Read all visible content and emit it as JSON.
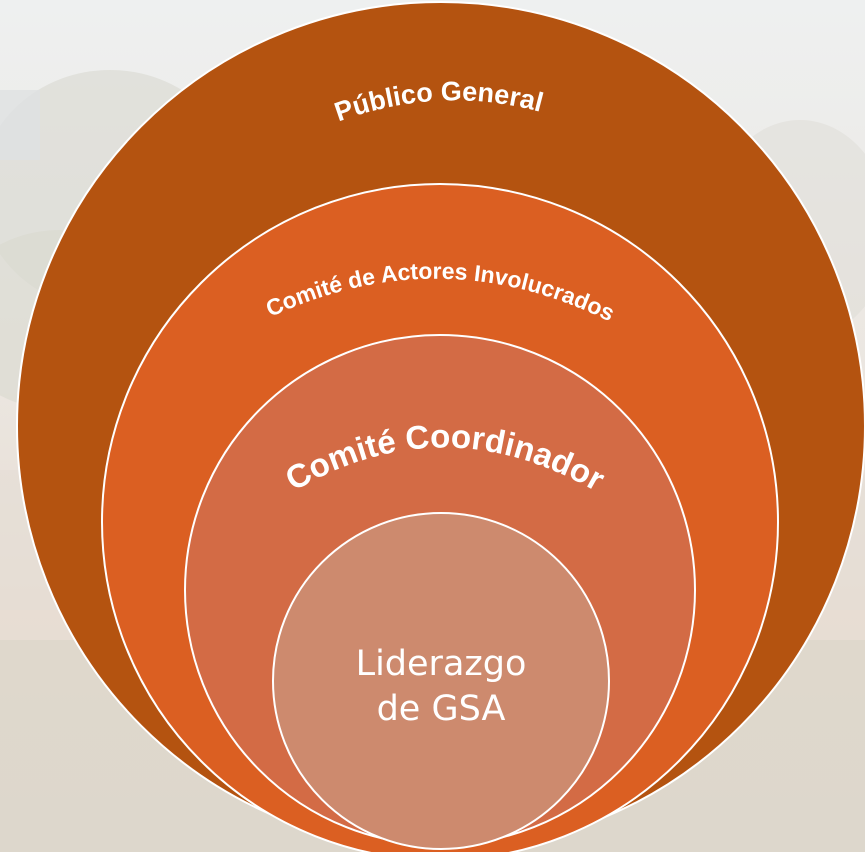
{
  "diagram": {
    "rings": [
      {
        "label": "Público General",
        "color": "#b45310"
      },
      {
        "label": "Comité de Actores Involucrados",
        "color": "#db5f22"
      },
      {
        "label": "Comité Coordinador",
        "color": "#d36b45"
      }
    ],
    "core": {
      "line1": "Liderazgo",
      "line2": "de GSA",
      "color": "#cd8a6e"
    },
    "outline_color": "#ffffff"
  }
}
